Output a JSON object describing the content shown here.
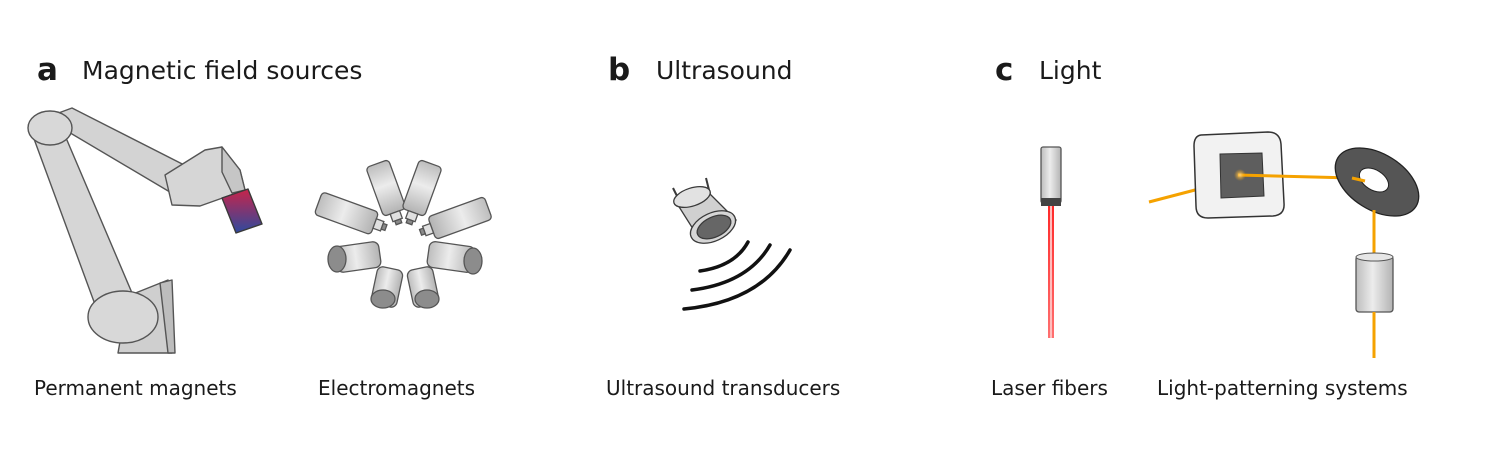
{
  "panels": {
    "a": {
      "letter": "a",
      "title": "Magnetic field sources"
    },
    "b": {
      "letter": "b",
      "title": "Ultrasound"
    },
    "c": {
      "letter": "c",
      "title": "Light"
    }
  },
  "captions": {
    "permanent_magnets": "Permanent magnets",
    "electromagnets": "Electromagnets",
    "ultrasound_transducers": "Ultrasound transducers",
    "laser_fibers": "Laser fibers",
    "light_patterning": "Light-patterning systems"
  },
  "colors": {
    "device_fill": "#d6d6d6",
    "device_stroke": "#555555",
    "magnet_red": "#c8244a",
    "magnet_blue": "#2e4a9e",
    "laser_red": "#ff3030",
    "light_orange": "#f5a200",
    "dark_gray": "#5f5f5f"
  }
}
